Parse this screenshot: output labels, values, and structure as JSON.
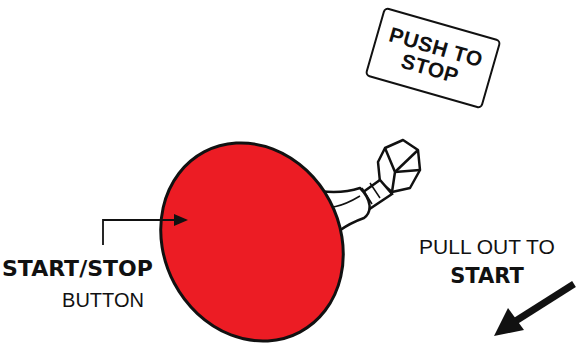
{
  "diagram": {
    "nodes": [
      {
        "text": [
          "PUSH TO STOP"
        ]
      }
    ],
    "labels": [
      "START/STOP",
      "BUTTON",
      "PULL OUT TO",
      "START"
    ]
  }
}
